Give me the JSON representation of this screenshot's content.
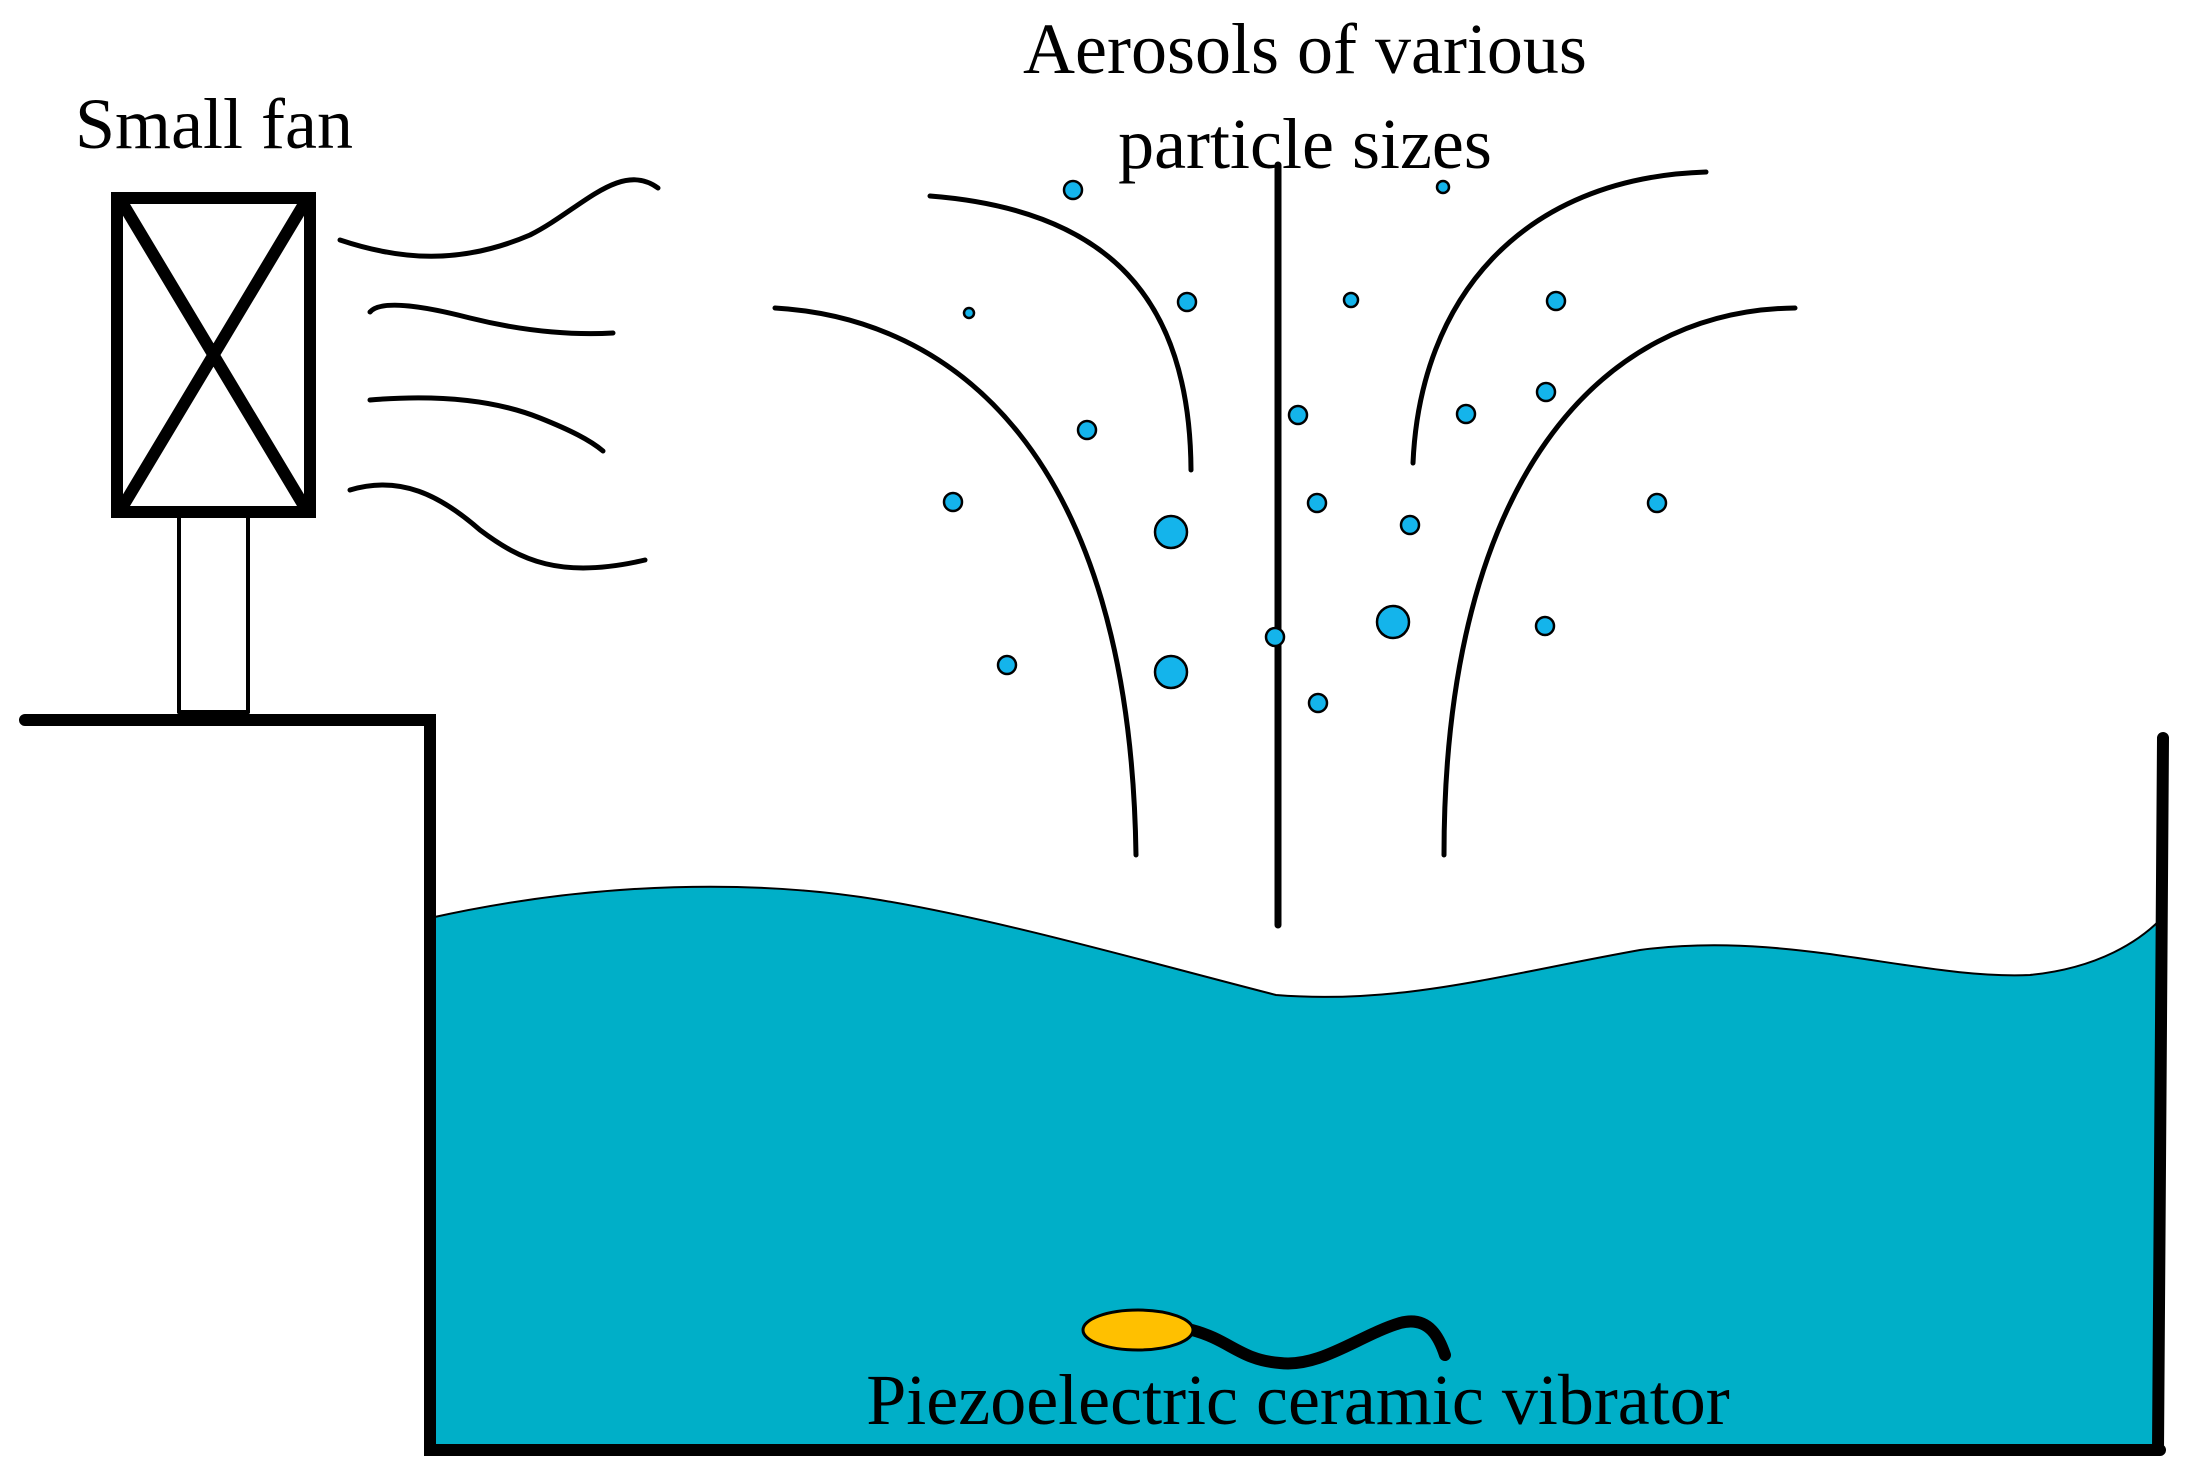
{
  "labels": {
    "fan": "Small fan",
    "aerosols_line1": "Aerosols of various",
    "aerosols_line2": "particle sizes",
    "vibrator": "Piezoelectric ceramic vibrator"
  },
  "colors": {
    "water": "#00AFC8",
    "droplet": "#14B4EB",
    "vibrator": "#FFC000",
    "outline": "#000000"
  }
}
